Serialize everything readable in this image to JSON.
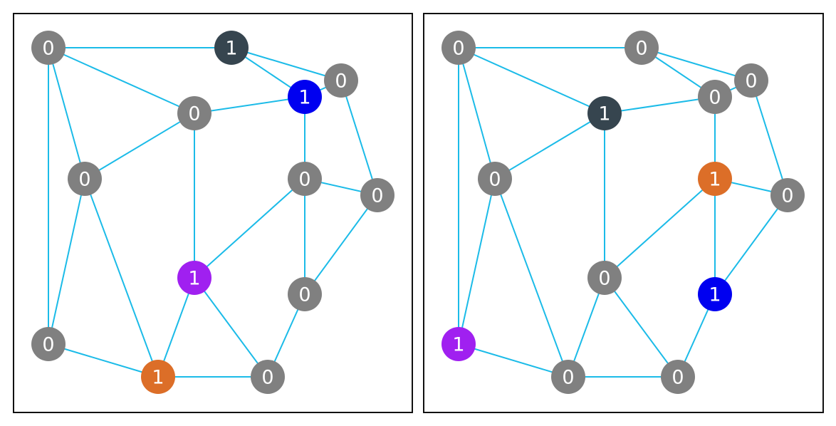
{
  "colors": {
    "edge": "#1bbbe8",
    "gray": "#808080",
    "dark": "#36454f",
    "blue": "#0000f0",
    "purple": "#a020f0",
    "orange": "#dc6e28",
    "label": "#ffffff"
  },
  "edges": [
    [
      "A",
      "B"
    ],
    [
      "A",
      "E"
    ],
    [
      "A",
      "F"
    ],
    [
      "A",
      "K"
    ],
    [
      "B",
      "D"
    ],
    [
      "B",
      "C"
    ],
    [
      "D",
      "C"
    ],
    [
      "E",
      "D"
    ],
    [
      "E",
      "F"
    ],
    [
      "E",
      "I"
    ],
    [
      "D",
      "G"
    ],
    [
      "G",
      "H"
    ],
    [
      "C",
      "H"
    ],
    [
      "G",
      "I"
    ],
    [
      "G",
      "J"
    ],
    [
      "H",
      "J"
    ],
    [
      "F",
      "K"
    ],
    [
      "F",
      "L"
    ],
    [
      "K",
      "L"
    ],
    [
      "I",
      "L"
    ],
    [
      "I",
      "M"
    ],
    [
      "L",
      "M"
    ],
    [
      "J",
      "M"
    ]
  ],
  "panels": [
    {
      "name": "left-graph",
      "nodes": [
        {
          "id": "A",
          "label": "0",
          "color": "gray"
        },
        {
          "id": "B",
          "label": "1",
          "color": "dark"
        },
        {
          "id": "C",
          "label": "0",
          "color": "gray"
        },
        {
          "id": "D",
          "label": "1",
          "color": "blue"
        },
        {
          "id": "E",
          "label": "0",
          "color": "gray"
        },
        {
          "id": "F",
          "label": "0",
          "color": "gray"
        },
        {
          "id": "G",
          "label": "0",
          "color": "gray"
        },
        {
          "id": "H",
          "label": "0",
          "color": "gray"
        },
        {
          "id": "I",
          "label": "1",
          "color": "purple"
        },
        {
          "id": "J",
          "label": "0",
          "color": "gray"
        },
        {
          "id": "K",
          "label": "0",
          "color": "gray"
        },
        {
          "id": "L",
          "label": "1",
          "color": "orange"
        },
        {
          "id": "M",
          "label": "0",
          "color": "gray"
        }
      ]
    },
    {
      "name": "right-graph",
      "nodes": [
        {
          "id": "A",
          "label": "0",
          "color": "gray"
        },
        {
          "id": "B",
          "label": "0",
          "color": "gray"
        },
        {
          "id": "C",
          "label": "0",
          "color": "gray"
        },
        {
          "id": "D",
          "label": "0",
          "color": "gray"
        },
        {
          "id": "E",
          "label": "1",
          "color": "dark"
        },
        {
          "id": "F",
          "label": "0",
          "color": "gray"
        },
        {
          "id": "G",
          "label": "1",
          "color": "orange"
        },
        {
          "id": "H",
          "label": "0",
          "color": "gray"
        },
        {
          "id": "I",
          "label": "0",
          "color": "gray"
        },
        {
          "id": "J",
          "label": "1",
          "color": "blue"
        },
        {
          "id": "K",
          "label": "1",
          "color": "purple"
        },
        {
          "id": "L",
          "label": "0",
          "color": "gray"
        },
        {
          "id": "M",
          "label": "0",
          "color": "gray"
        }
      ]
    }
  ]
}
